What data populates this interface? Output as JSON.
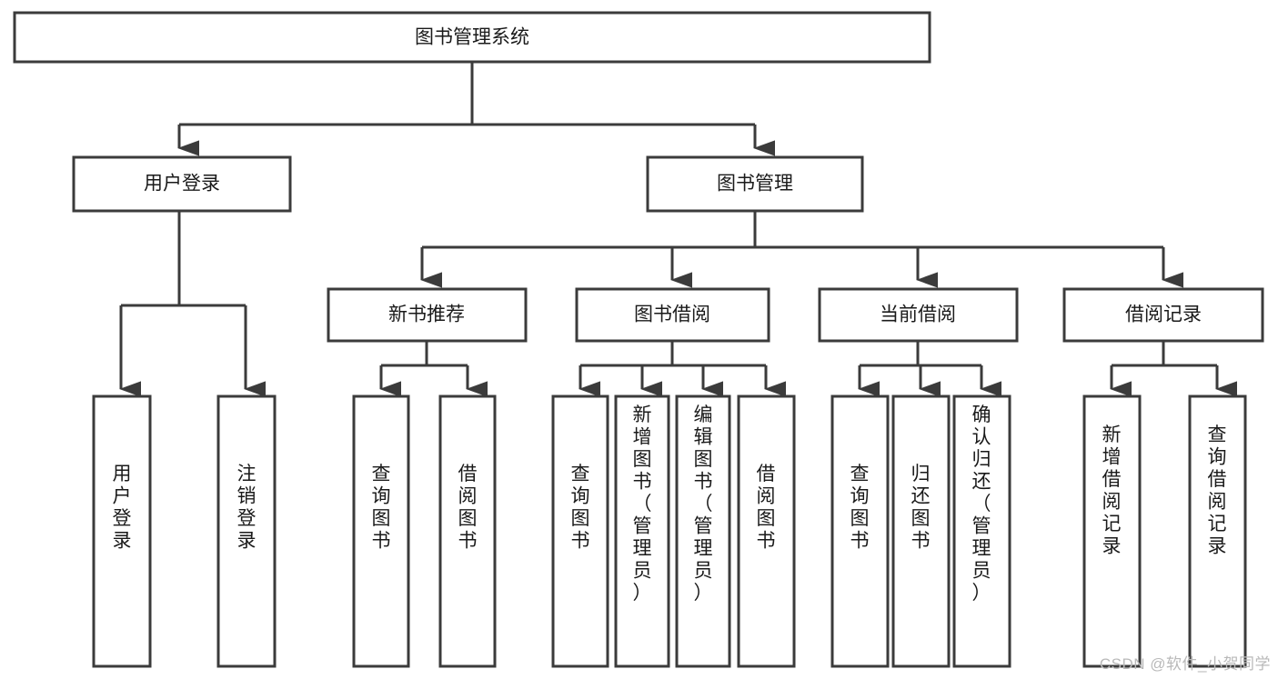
{
  "diagram": {
    "type": "tree",
    "title": "图书管理系统",
    "orientation": "top-down",
    "watermark": "CSDN @软件_小贺同学",
    "colors": {
      "box_fill": "#ffffff",
      "box_stroke": "#3b3b3b",
      "text": "#1a1a1a",
      "background": "#ffffff",
      "watermark": "#b9b9b9"
    },
    "levels": {
      "level1": [
        {
          "id": "root",
          "label": "图书管理系统"
        }
      ],
      "level2": [
        {
          "id": "user-login",
          "label": "用户登录",
          "parent": "root"
        },
        {
          "id": "book-manage",
          "label": "图书管理",
          "parent": "root"
        }
      ],
      "level3": [
        {
          "id": "new-book-rec",
          "label": "新书推荐",
          "parent": "book-manage"
        },
        {
          "id": "book-borrow",
          "label": "图书借阅",
          "parent": "book-manage"
        },
        {
          "id": "current-borrow",
          "label": "当前借阅",
          "parent": "book-manage"
        },
        {
          "id": "borrow-record",
          "label": "借阅记录",
          "parent": "book-manage"
        }
      ],
      "leaves": [
        {
          "id": "leaf-user-login",
          "label": "用户登录",
          "parent": "user-login"
        },
        {
          "id": "leaf-logout",
          "label": "注销登录",
          "parent": "user-login"
        },
        {
          "id": "leaf-query-book-1",
          "label": "查询图书",
          "parent": "new-book-rec"
        },
        {
          "id": "leaf-borrow-book-1",
          "label": "借阅图书",
          "parent": "new-book-rec"
        },
        {
          "id": "leaf-query-book-2",
          "label": "查询图书",
          "parent": "book-borrow"
        },
        {
          "id": "leaf-add-book",
          "label": "新增图书（管理员）",
          "parent": "book-borrow"
        },
        {
          "id": "leaf-edit-book",
          "label": "编辑图书（管理员）",
          "parent": "book-borrow"
        },
        {
          "id": "leaf-borrow-book-2",
          "label": "借阅图书",
          "parent": "book-borrow"
        },
        {
          "id": "leaf-query-book-3",
          "label": "查询图书",
          "parent": "current-borrow"
        },
        {
          "id": "leaf-return-book",
          "label": "归还图书",
          "parent": "current-borrow"
        },
        {
          "id": "leaf-confirm-return",
          "label": "确认归还（管理员）",
          "parent": "current-borrow"
        },
        {
          "id": "leaf-add-record",
          "label": "新增借阅记录",
          "parent": "borrow-record"
        },
        {
          "id": "leaf-query-record",
          "label": "查询借阅记录",
          "parent": "borrow-record"
        }
      ]
    }
  }
}
